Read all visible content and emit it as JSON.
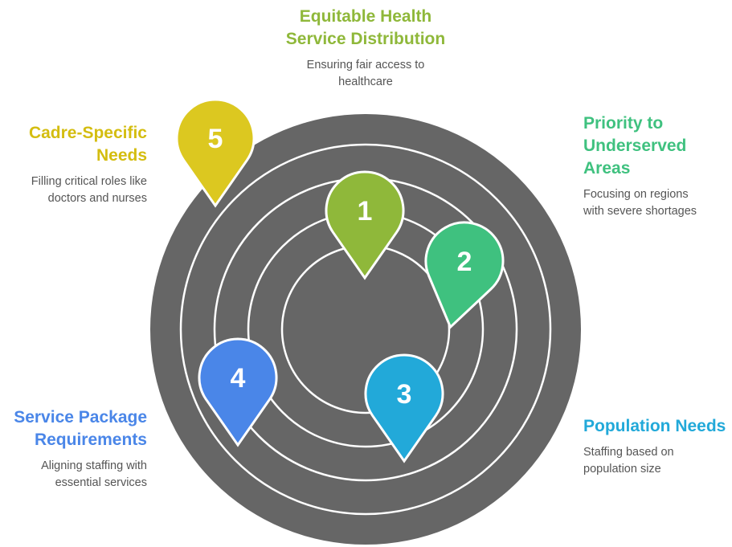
{
  "colors": {
    "background": "#ffffff",
    "disc": "#666666",
    "ring_stroke": "#ffffff",
    "item1": "#8fb83a",
    "item2": "#3fc17f",
    "item3": "#22a9d9",
    "item4": "#4a86e8",
    "item5": "#dcc820"
  },
  "items": [
    {
      "number": "1",
      "title_lines": [
        "Equitable Health",
        "Service Distribution"
      ],
      "description_lines": [
        "Ensuring fair access to",
        "healthcare"
      ],
      "color": "#8fb83a"
    },
    {
      "number": "2",
      "title_lines": [
        "Priority to",
        "Underserved",
        "Areas"
      ],
      "description_lines": [
        "Focusing on regions",
        "with severe shortages"
      ],
      "color": "#3fc17f"
    },
    {
      "number": "3",
      "title_lines": [
        "Population Needs"
      ],
      "description_lines": [
        "Staffing based on",
        "population size"
      ],
      "color": "#22a9d9"
    },
    {
      "number": "4",
      "title_lines": [
        "Service Package",
        "Requirements"
      ],
      "description_lines": [
        "Aligning staffing with",
        "essential services"
      ],
      "color": "#4a86e8"
    },
    {
      "number": "5",
      "title_lines": [
        "Cadre-Specific",
        "Needs"
      ],
      "description_lines": [
        "Filling critical roles like",
        "doctors and nurses"
      ],
      "color": "#dcc820"
    }
  ]
}
